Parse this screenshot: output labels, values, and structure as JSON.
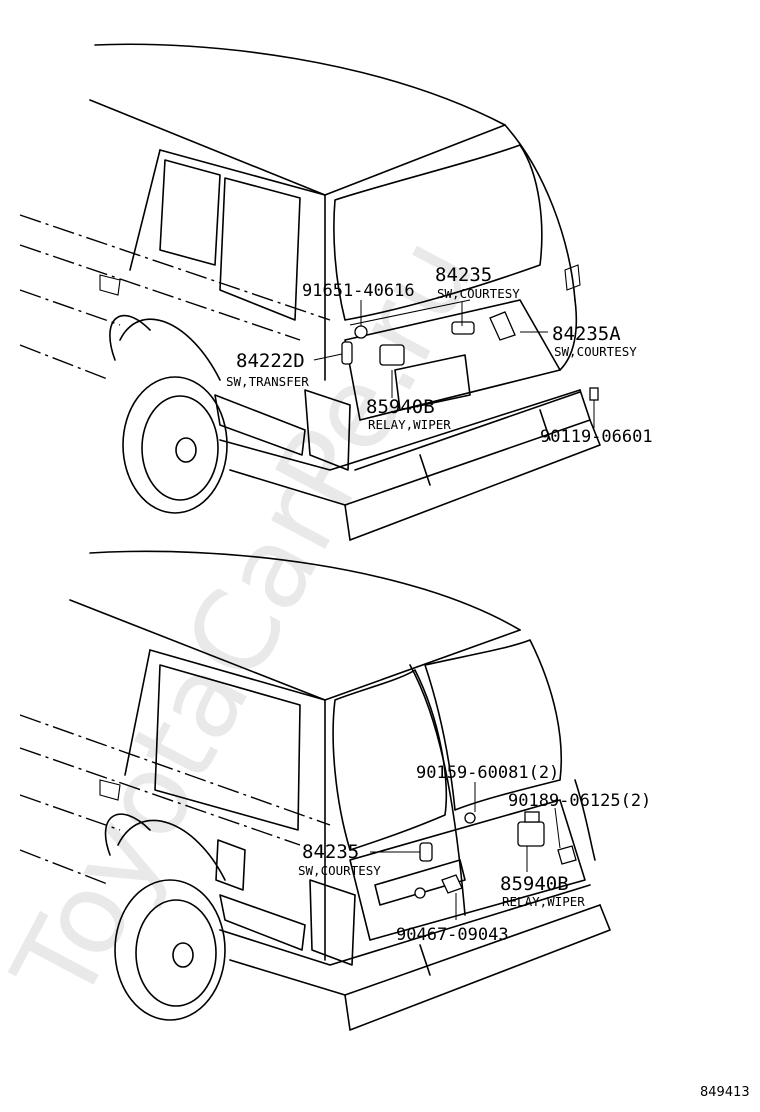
{
  "watermark": "ToyotaCarPe.ru",
  "reference_number": "849413",
  "top_view": {
    "callouts": [
      {
        "part": "84235",
        "desc": "SW,COURTESY"
      },
      {
        "part": "91651-40616",
        "desc": ""
      },
      {
        "part": "84235A",
        "desc": "SW,COURTESY"
      },
      {
        "part": "84222D",
        "desc": "SW,TRANSFER"
      },
      {
        "part": "85940B",
        "desc": "RELAY,WIPER"
      },
      {
        "part": "90119-06601",
        "desc": ""
      }
    ]
  },
  "bottom_view": {
    "callouts": [
      {
        "part": "90159-60081(2)",
        "desc": ""
      },
      {
        "part": "90189-06125(2)",
        "desc": ""
      },
      {
        "part": "84235",
        "desc": "SW,COURTESY"
      },
      {
        "part": "85940B",
        "desc": "RELAY,WIPER"
      },
      {
        "part": "90467-09043",
        "desc": ""
      }
    ]
  }
}
